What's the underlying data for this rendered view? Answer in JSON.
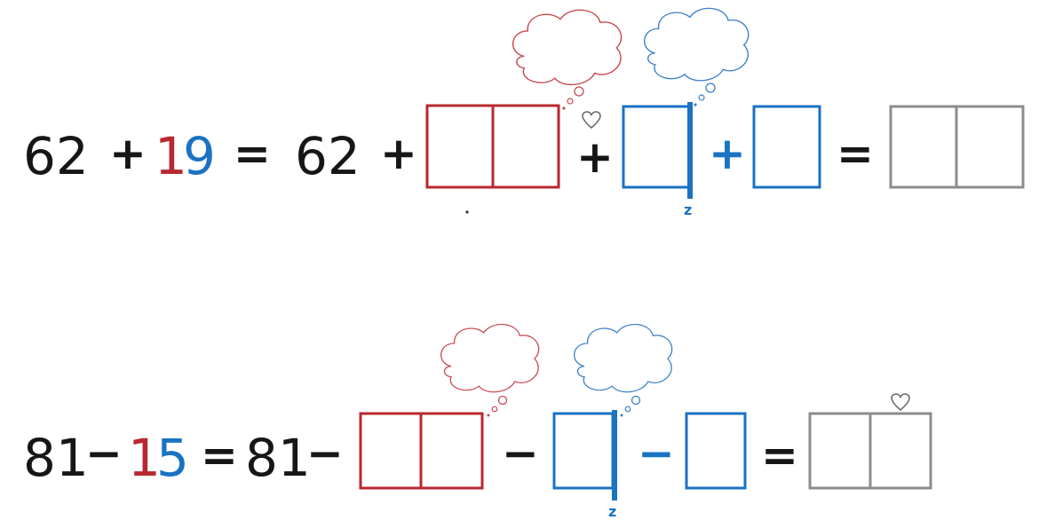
{
  "colors": {
    "ink": "#161616",
    "tens": "#b82831",
    "ones": "#1a72c2",
    "result": "#8c8c8c",
    "background": "#ffffff"
  },
  "equation_1": {
    "first_number": "62",
    "plus": "+",
    "tens_digit": "1",
    "ones_digit": "9",
    "equals": "=",
    "repeat_number": "62",
    "plus_2": "+",
    "plus_3": "+",
    "plus_4": "+",
    "equals_2": "=",
    "z_label": "z"
  },
  "equation_2": {
    "first_number": "81",
    "minus": "−",
    "tens_digit": "1",
    "ones_digit": "5",
    "equals": "=",
    "repeat_number": "81",
    "minus_2": "−",
    "minus_3": "−",
    "minus_4": "−",
    "equals_2": "=",
    "z_label": "z"
  },
  "icons": {
    "thought_cloud": "thought-cloud-icon",
    "heart": "heart-icon"
  }
}
